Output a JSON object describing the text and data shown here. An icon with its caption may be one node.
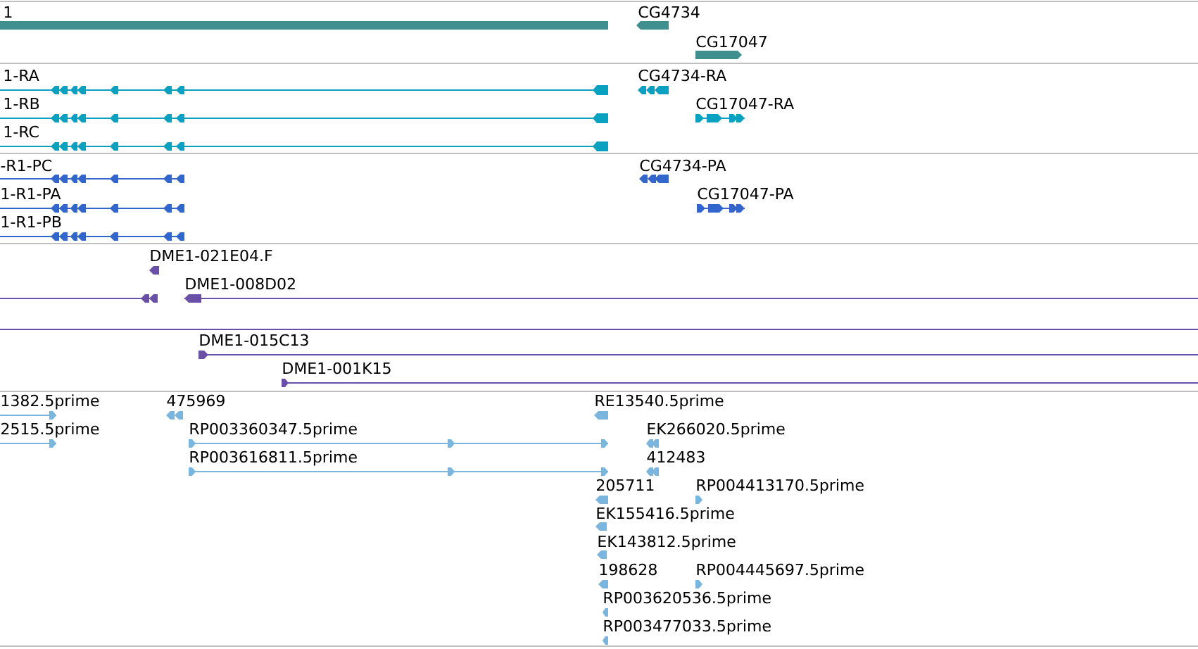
{
  "diagram": {
    "labels": [
      "1",
      "CG4734",
      "CG17047",
      "1-RA",
      "1-RB",
      "1-RC",
      "CG4734-RA",
      "CG17047-RA",
      "-R1-PC",
      "1-R1-PA",
      "1-R1-PB",
      "CG4734-PA",
      "CG17047-PA",
      "DME1-021E04.F",
      "DME1-008D02",
      "DME1-015C13",
      "DME1-001K15",
      "1382.5prime",
      "2515.5prime",
      "475969",
      "RP003360347.5prime",
      "RP003616811.5prime",
      "RE13540.5prime",
      "EK266020.5prime",
      "412483",
      "205711",
      "RP004413170.5prime",
      "EK155416.5prime",
      "EK143812.5prime",
      "198628",
      "RP004445697.5prime",
      "RP003620536.5prime",
      "RP003477033.5prime"
    ]
  }
}
